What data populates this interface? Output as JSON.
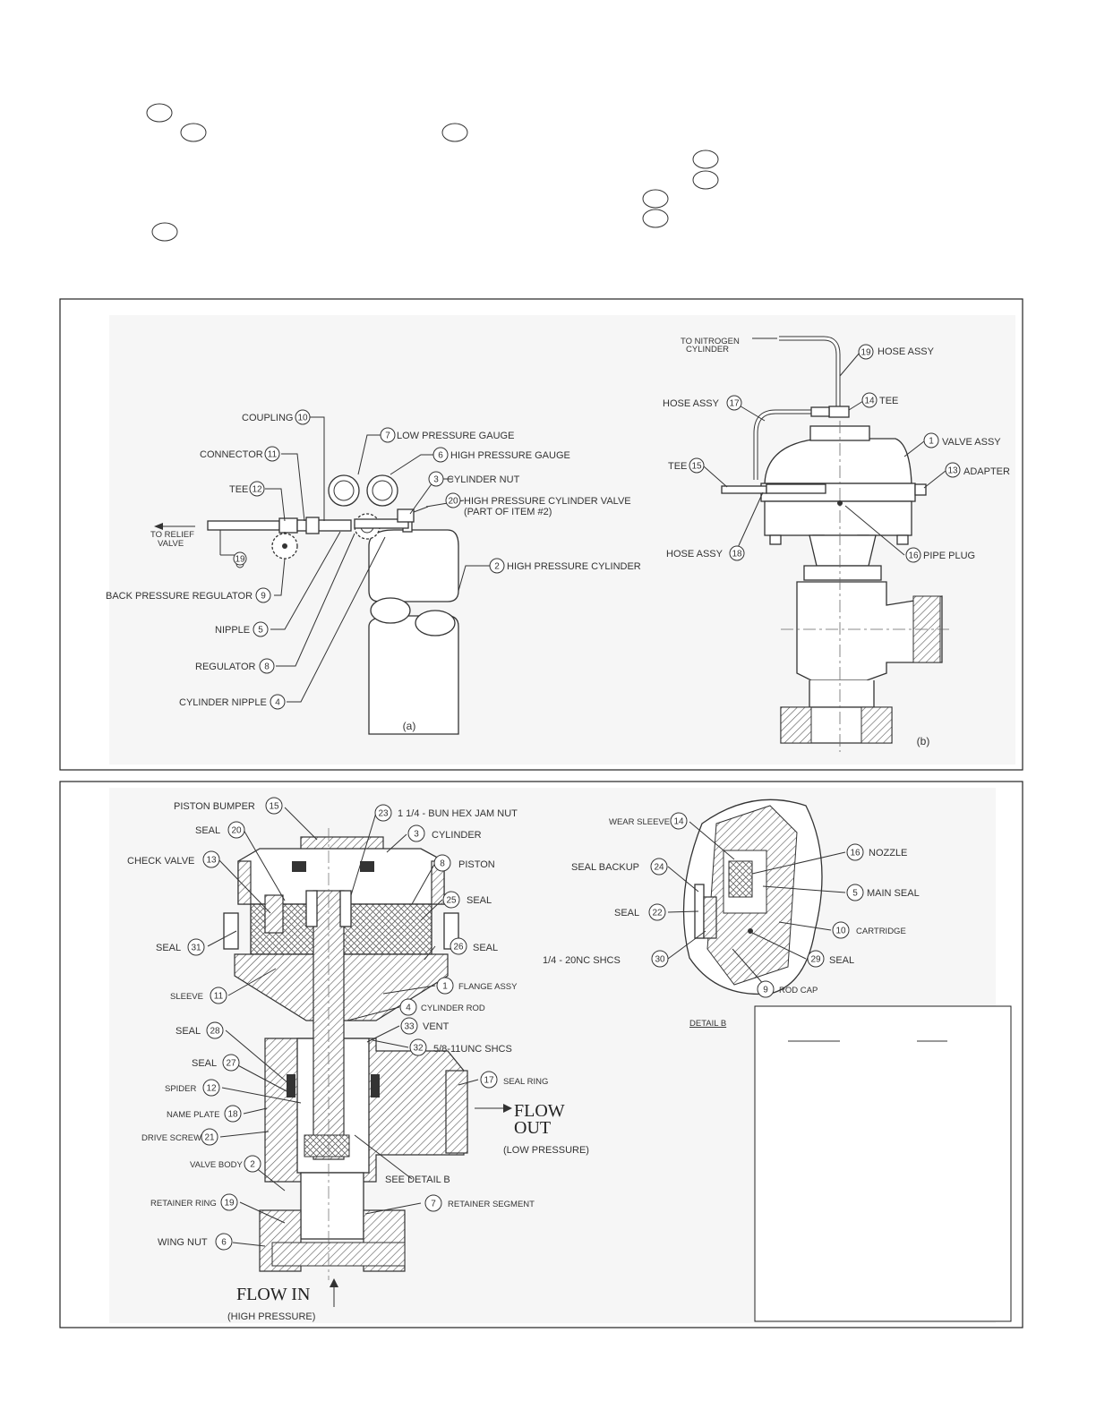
{
  "figure_a": {
    "coupling": "COUPLING",
    "coupling_num": "10",
    "connector": "CONNECTOR",
    "connector_num": "11",
    "tee": "TEE",
    "tee_num": "12",
    "to_relief_1": "TO RELIEF",
    "to_relief_2": "VALVE",
    "item19_num": "19",
    "bpr": "BACK PRESSURE REGULATOR",
    "bpr_num": "9",
    "nipple": "NIPPLE",
    "nipple_num": "5",
    "regulator": "REGULATOR",
    "regulator_num": "8",
    "cyl_nipple": "CYLINDER NIPPLE",
    "cyl_nipple_num": "4",
    "lpg_num": "7",
    "lpg": "LOW PRESSURE GAUGE",
    "hpg_num": "6",
    "hpg": "HIGH PRESSURE GAUGE",
    "cyl_nut_num": "3",
    "cyl_nut": "CYLINDER NUT",
    "hpcv_num": "20",
    "hpcv": "HIGH PRESSURE CYLINDER VALVE",
    "hpcv_note": "(PART OF ITEM #2)",
    "hpc_num": "2",
    "hpc": "HIGH PRESSURE CYLINDER",
    "caption": "(a)"
  },
  "figure_b": {
    "to_n2_1": "TO NITROGEN",
    "to_n2_2": "CYLINDER",
    "hose19_num": "19",
    "hose19": "HOSE ASSY",
    "hose17": "HOSE ASSY",
    "hose17_num": "17",
    "tee14_num": "14",
    "tee14": "TEE",
    "valve_num": "1",
    "valve": "VALVE ASSY",
    "tee15": "TEE",
    "tee15_num": "15",
    "adapter_num": "13",
    "adapter": "ADAPTER",
    "hose18": "HOSE ASSY",
    "hose18_num": "18",
    "plug_num": "16",
    "plug": "PIPE PLUG",
    "caption": "(b)"
  },
  "section": {
    "piston_bumper": "PISTON BUMPER",
    "piston_bumper_num": "15",
    "jam_nut_num": "23",
    "jam_nut": "1 1/4 - BUN HEX JAM NUT",
    "seal20": "SEAL",
    "seal20_num": "20",
    "cylinder_num": "3",
    "cylinder": "CYLINDER",
    "check_valve": "CHECK VALVE",
    "check_valve_num": "13",
    "piston_num": "8",
    "piston": "PISTON",
    "seal25_num": "25",
    "seal25": "SEAL",
    "seal31": "SEAL",
    "seal31_num": "31",
    "seal26_num": "26",
    "seal26": "SEAL",
    "sleeve": "SLEEVE",
    "sleeve_num": "11",
    "flange_num": "1",
    "flange": "FLANGE ASSY",
    "cyl_rod_num": "4",
    "cyl_rod": "CYLINDER ROD",
    "seal28": "SEAL",
    "seal28_num": "28",
    "vent_num": "33",
    "vent": "VENT",
    "shcs_num": "32",
    "shcs": "5/8-11UNC SHCS",
    "seal27": "SEAL",
    "seal27_num": "27",
    "seal_ring_num": "17",
    "seal_ring": "SEAL RING",
    "spider": "SPIDER",
    "spider_num": "12",
    "name_plate": "NAME PLATE",
    "name_plate_num": "18",
    "drive_screw": "DRIVE SCREW",
    "drive_screw_num": "21",
    "flow_out_1": "FLOW",
    "flow_out_2": "OUT",
    "flow_out_3": "(LOW PRESSURE)",
    "valve_body": "VALVE BODY",
    "valve_body_num": "2",
    "see_detail": "SEE DETAIL  B",
    "retainer_ring": "RETAINER RING",
    "retainer_ring_num": "19",
    "retainer_seg_num": "7",
    "retainer_seg": "RETAINER SEGMENT",
    "wing_nut": "WING NUT",
    "wing_nut_num": "6",
    "flow_in": "FLOW IN",
    "flow_in_sub": "(HIGH PRESSURE)"
  },
  "detail_b": {
    "wear_sleeve": "WEAR SLEEVE",
    "wear_sleeve_num": "14",
    "nozzle_num": "16",
    "nozzle": "NOZZLE",
    "seal_backup": "SEAL BACKUP",
    "seal_backup_num": "24",
    "main_seal_num": "5",
    "main_seal": "MAIN SEAL",
    "seal22": "SEAL",
    "seal22_num": "22",
    "cartridge_num": "10",
    "cartridge": "CARTRIDGE",
    "shcs30": "1/4 - 20NC SHCS",
    "shcs30_num": "30",
    "seal29_num": "29",
    "seal29": "SEAL",
    "rod_cap_num": "9",
    "rod_cap": "ROD CAP",
    "title": "DETAIL  B"
  }
}
